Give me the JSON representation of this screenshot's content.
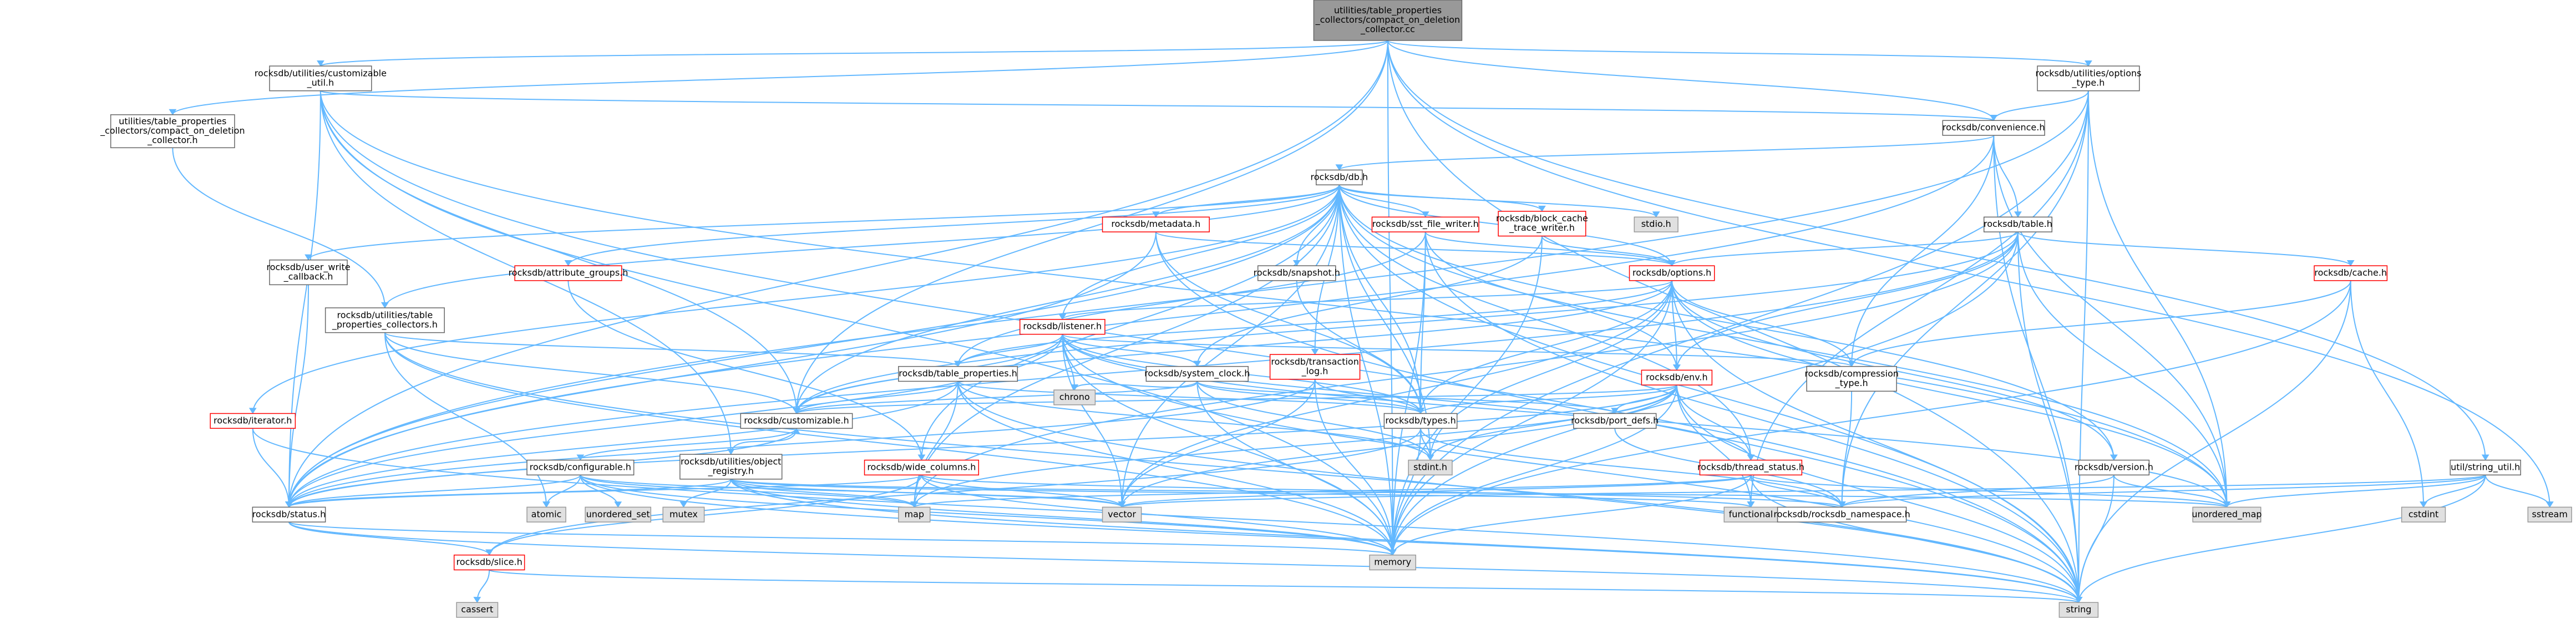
{
  "diagram": {
    "title": "utilities/table_properties_collectors/compact_on_deletion_collector.cc include dependency graph",
    "nodes": [
      {
        "id": "root",
        "lines": [
          "utilities/table_properties",
          "_collectors/compact_on_deletion",
          "_collector.cc"
        ],
        "style": "root"
      },
      {
        "id": "cust_util",
        "lines": [
          "rocksdb/utilities/customizable",
          "_util.h"
        ],
        "style": "normal"
      },
      {
        "id": "opt_type",
        "lines": [
          "rocksdb/utilities/options",
          "_type.h"
        ],
        "style": "normal"
      },
      {
        "id": "coll_h",
        "lines": [
          "utilities/table_properties",
          "_collectors/compact_on_deletion",
          "_collector.h"
        ],
        "style": "normal"
      },
      {
        "id": "convenience",
        "lines": [
          "rocksdb/convenience.h"
        ],
        "style": "normal"
      },
      {
        "id": "db",
        "lines": [
          "rocksdb/db.h"
        ],
        "style": "normal"
      },
      {
        "id": "metadata",
        "lines": [
          "rocksdb/metadata.h"
        ],
        "style": "red"
      },
      {
        "id": "sst_writer",
        "lines": [
          "rocksdb/sst_file_writer.h"
        ],
        "style": "red"
      },
      {
        "id": "block_cache",
        "lines": [
          "rocksdb/block_cache",
          "_trace_writer.h"
        ],
        "style": "red"
      },
      {
        "id": "stdio",
        "lines": [
          "stdio.h"
        ],
        "style": "grey"
      },
      {
        "id": "table",
        "lines": [
          "rocksdb/table.h"
        ],
        "style": "normal"
      },
      {
        "id": "user_write",
        "lines": [
          "rocksdb/user_write",
          "_callback.h"
        ],
        "style": "normal"
      },
      {
        "id": "attr_groups",
        "lines": [
          "rocksdb/attribute_groups.h"
        ],
        "style": "red"
      },
      {
        "id": "snapshot",
        "lines": [
          "rocksdb/snapshot.h"
        ],
        "style": "normal"
      },
      {
        "id": "options",
        "lines": [
          "rocksdb/options.h"
        ],
        "style": "red"
      },
      {
        "id": "cache",
        "lines": [
          "rocksdb/cache.h"
        ],
        "style": "red"
      },
      {
        "id": "tpc",
        "lines": [
          "rocksdb/utilities/table",
          "_properties_collectors.h"
        ],
        "style": "normal"
      },
      {
        "id": "listener",
        "lines": [
          "rocksdb/listener.h"
        ],
        "style": "red"
      },
      {
        "id": "translog",
        "lines": [
          "rocksdb/transaction",
          "_log.h"
        ],
        "style": "red"
      },
      {
        "id": "table_props",
        "lines": [
          "rocksdb/table_properties.h"
        ],
        "style": "normal"
      },
      {
        "id": "sys_clock",
        "lines": [
          "rocksdb/system_clock.h"
        ],
        "style": "normal"
      },
      {
        "id": "chrono",
        "lines": [
          "chrono"
        ],
        "style": "grey"
      },
      {
        "id": "env",
        "lines": [
          "rocksdb/env.h"
        ],
        "style": "red"
      },
      {
        "id": "compression",
        "lines": [
          "rocksdb/compression",
          "_type.h"
        ],
        "style": "normal"
      },
      {
        "id": "iterator",
        "lines": [
          "rocksdb/iterator.h"
        ],
        "style": "red"
      },
      {
        "id": "customizable",
        "lines": [
          "rocksdb/customizable.h"
        ],
        "style": "normal"
      },
      {
        "id": "types",
        "lines": [
          "rocksdb/types.h"
        ],
        "style": "normal"
      },
      {
        "id": "port_defs",
        "lines": [
          "rocksdb/port_defs.h"
        ],
        "style": "normal"
      },
      {
        "id": "stdint",
        "lines": [
          "stdint.h"
        ],
        "style": "grey"
      },
      {
        "id": "configurable",
        "lines": [
          "rocksdb/configurable.h"
        ],
        "style": "normal"
      },
      {
        "id": "obj_reg",
        "lines": [
          "rocksdb/utilities/object",
          "_registry.h"
        ],
        "style": "normal"
      },
      {
        "id": "wide_cols",
        "lines": [
          "rocksdb/wide_columns.h"
        ],
        "style": "red"
      },
      {
        "id": "thread_status",
        "lines": [
          "rocksdb/thread_status.h"
        ],
        "style": "red"
      },
      {
        "id": "version",
        "lines": [
          "rocksdb/version.h"
        ],
        "style": "normal"
      },
      {
        "id": "string_util",
        "lines": [
          "util/string_util.h"
        ],
        "style": "normal"
      },
      {
        "id": "atomic",
        "lines": [
          "atomic"
        ],
        "style": "grey"
      },
      {
        "id": "unordered_set",
        "lines": [
          "unordered_set"
        ],
        "style": "grey"
      },
      {
        "id": "mutex",
        "lines": [
          "mutex"
        ],
        "style": "grey"
      },
      {
        "id": "map",
        "lines": [
          "map"
        ],
        "style": "grey"
      },
      {
        "id": "vector",
        "lines": [
          "vector"
        ],
        "style": "grey"
      },
      {
        "id": "functional",
        "lines": [
          "functional"
        ],
        "style": "grey"
      },
      {
        "id": "namespace",
        "lines": [
          "rocksdb/rocksdb_namespace.h"
        ],
        "style": "normal"
      },
      {
        "id": "unordered_map",
        "lines": [
          "unordered_map"
        ],
        "style": "grey"
      },
      {
        "id": "cstdint",
        "lines": [
          "cstdint"
        ],
        "style": "grey"
      },
      {
        "id": "sstream",
        "lines": [
          "sstream"
        ],
        "style": "grey"
      },
      {
        "id": "status",
        "lines": [
          "rocksdb/status.h"
        ],
        "style": "normal"
      },
      {
        "id": "slice",
        "lines": [
          "rocksdb/slice.h"
        ],
        "style": "red"
      },
      {
        "id": "memory",
        "lines": [
          "memory"
        ],
        "style": "grey"
      },
      {
        "id": "cassert",
        "lines": [
          "cassert"
        ],
        "style": "grey"
      },
      {
        "id": "string",
        "lines": [
          "string"
        ],
        "style": "grey"
      }
    ],
    "edges": [
      [
        "root",
        "cust_util"
      ],
      [
        "root",
        "opt_type"
      ],
      [
        "root",
        "coll_h"
      ],
      [
        "root",
        "convenience"
      ],
      [
        "root",
        "status"
      ],
      [
        "root",
        "string_util"
      ],
      [
        "root",
        "memory"
      ],
      [
        "root",
        "customizable"
      ],
      [
        "root",
        "sstream"
      ],
      [
        "root",
        "string"
      ],
      [
        "cust_util",
        "convenience"
      ],
      [
        "cust_util",
        "customizable"
      ],
      [
        "cust_util",
        "status"
      ],
      [
        "cust_util",
        "obj_reg"
      ],
      [
        "cust_util",
        "memory"
      ],
      [
        "cust_util",
        "unordered_map"
      ],
      [
        "cust_util",
        "string"
      ],
      [
        "opt_type",
        "convenience"
      ],
      [
        "opt_type",
        "status"
      ],
      [
        "opt_type",
        "namespace"
      ],
      [
        "opt_type",
        "functional"
      ],
      [
        "opt_type",
        "memory"
      ],
      [
        "opt_type",
        "unordered_map"
      ],
      [
        "opt_type",
        "string"
      ],
      [
        "coll_h",
        "tpc"
      ],
      [
        "convenience",
        "db"
      ],
      [
        "convenience",
        "table"
      ],
      [
        "convenience",
        "compression"
      ],
      [
        "convenience",
        "unordered_map"
      ],
      [
        "convenience",
        "string"
      ],
      [
        "convenience",
        "status"
      ],
      [
        "db",
        "metadata"
      ],
      [
        "db",
        "sst_writer"
      ],
      [
        "db",
        "block_cache"
      ],
      [
        "db",
        "stdio"
      ],
      [
        "db",
        "user_write"
      ],
      [
        "db",
        "attr_groups"
      ],
      [
        "db",
        "snapshot"
      ],
      [
        "db",
        "options"
      ],
      [
        "db",
        "tpc"
      ],
      [
        "db",
        "listener"
      ],
      [
        "db",
        "translog"
      ],
      [
        "db",
        "iterator"
      ],
      [
        "db",
        "types"
      ],
      [
        "db",
        "thread_status"
      ],
      [
        "db",
        "version"
      ],
      [
        "db",
        "wide_cols"
      ],
      [
        "db",
        "stdint"
      ],
      [
        "db",
        "map"
      ],
      [
        "db",
        "memory"
      ],
      [
        "db",
        "string"
      ],
      [
        "db",
        "unordered_map"
      ],
      [
        "db",
        "vector"
      ],
      [
        "db",
        "status"
      ],
      [
        "db",
        "customizable"
      ],
      [
        "metadata",
        "options"
      ],
      [
        "metadata",
        "types"
      ],
      [
        "metadata",
        "status"
      ],
      [
        "metadata",
        "string"
      ],
      [
        "sst_writer",
        "env"
      ],
      [
        "sst_writer",
        "options"
      ],
      [
        "sst_writer",
        "table_props"
      ],
      [
        "sst_writer",
        "types"
      ],
      [
        "sst_writer",
        "memory"
      ],
      [
        "sst_writer",
        "string"
      ],
      [
        "block_cache",
        "options"
      ],
      [
        "block_cache",
        "sys_clock"
      ],
      [
        "block_cache",
        "memory"
      ],
      [
        "table",
        "options"
      ],
      [
        "table",
        "cache"
      ],
      [
        "table",
        "env"
      ],
      [
        "table",
        "customizable"
      ],
      [
        "table",
        "status"
      ],
      [
        "table",
        "memory"
      ],
      [
        "table",
        "string"
      ],
      [
        "table",
        "unordered_map"
      ],
      [
        "table",
        "map"
      ],
      [
        "user_write",
        "status"
      ],
      [
        "attr_groups",
        "wide_cols"
      ],
      [
        "snapshot",
        "types"
      ],
      [
        "options",
        "listener"
      ],
      [
        "options",
        "compression"
      ],
      [
        "options",
        "env"
      ],
      [
        "options",
        "types"
      ],
      [
        "options",
        "customizable"
      ],
      [
        "options",
        "version"
      ],
      [
        "options",
        "table_props"
      ],
      [
        "options",
        "memory"
      ],
      [
        "options",
        "string"
      ],
      [
        "options",
        "unordered_map"
      ],
      [
        "options",
        "vector"
      ],
      [
        "options",
        "stdint"
      ],
      [
        "cache",
        "compression"
      ],
      [
        "cache",
        "memory"
      ],
      [
        "cache",
        "string"
      ],
      [
        "cache",
        "cstdint"
      ],
      [
        "tpc",
        "table_props"
      ],
      [
        "tpc",
        "customizable"
      ],
      [
        "tpc",
        "atomic"
      ],
      [
        "tpc",
        "memory"
      ],
      [
        "tpc",
        "string"
      ],
      [
        "listener",
        "table_props"
      ],
      [
        "listener",
        "sys_clock"
      ],
      [
        "listener",
        "chrono"
      ],
      [
        "listener",
        "compression"
      ],
      [
        "listener",
        "customizable"
      ],
      [
        "listener",
        "status"
      ],
      [
        "listener",
        "types"
      ],
      [
        "listener",
        "thread_status"
      ],
      [
        "listener",
        "memory"
      ],
      [
        "listener",
        "string"
      ],
      [
        "listener",
        "unordered_map"
      ],
      [
        "listener",
        "vector"
      ],
      [
        "translog",
        "status"
      ],
      [
        "translog",
        "types"
      ],
      [
        "translog",
        "memory"
      ],
      [
        "translog",
        "vector"
      ],
      [
        "table_props",
        "customizable"
      ],
      [
        "table_props",
        "status"
      ],
      [
        "table_props",
        "types"
      ],
      [
        "table_props",
        "map"
      ],
      [
        "table_props",
        "memory"
      ],
      [
        "table_props",
        "string"
      ],
      [
        "table_props",
        "stdint"
      ],
      [
        "sys_clock",
        "customizable"
      ],
      [
        "sys_clock",
        "port_defs"
      ],
      [
        "sys_clock",
        "types"
      ],
      [
        "sys_clock",
        "stdint"
      ],
      [
        "sys_clock",
        "chrono"
      ],
      [
        "sys_clock",
        "memory"
      ],
      [
        "env",
        "customizable"
      ],
      [
        "env",
        "port_defs"
      ],
      [
        "env",
        "types"
      ],
      [
        "env",
        "functional"
      ],
      [
        "env",
        "thread_status"
      ],
      [
        "env",
        "status"
      ],
      [
        "env",
        "memory"
      ],
      [
        "env",
        "map"
      ],
      [
        "env",
        "vector"
      ],
      [
        "env",
        "string"
      ],
      [
        "env",
        "stdint"
      ],
      [
        "compression",
        "namespace"
      ],
      [
        "iterator",
        "status"
      ],
      [
        "iterator",
        "string"
      ],
      [
        "customizable",
        "configurable"
      ],
      [
        "customizable",
        "status"
      ],
      [
        "types",
        "namespace"
      ],
      [
        "types",
        "slice"
      ],
      [
        "types",
        "stdint"
      ],
      [
        "types",
        "memory"
      ],
      [
        "port_defs",
        "namespace"
      ],
      [
        "configurable",
        "status"
      ],
      [
        "configurable",
        "atomic"
      ],
      [
        "configurable",
        "unordered_set"
      ],
      [
        "configurable",
        "map"
      ],
      [
        "configurable",
        "memory"
      ],
      [
        "configurable",
        "string"
      ],
      [
        "configurable",
        "vector"
      ],
      [
        "obj_reg",
        "customizable"
      ],
      [
        "obj_reg",
        "status"
      ],
      [
        "obj_reg",
        "mutex"
      ],
      [
        "obj_reg",
        "map"
      ],
      [
        "obj_reg",
        "vector"
      ],
      [
        "obj_reg",
        "functional"
      ],
      [
        "obj_reg",
        "memory"
      ],
      [
        "obj_reg",
        "string"
      ],
      [
        "obj_reg",
        "unordered_map"
      ],
      [
        "wide_cols",
        "status"
      ],
      [
        "wide_cols",
        "slice"
      ],
      [
        "wide_cols",
        "memory"
      ],
      [
        "wide_cols",
        "vector"
      ],
      [
        "wide_cols",
        "namespace"
      ],
      [
        "thread_status",
        "namespace"
      ],
      [
        "thread_status",
        "map"
      ],
      [
        "thread_status",
        "vector"
      ],
      [
        "thread_status",
        "memory"
      ],
      [
        "thread_status",
        "string"
      ],
      [
        "thread_status",
        "unordered_map"
      ],
      [
        "version",
        "namespace"
      ],
      [
        "version",
        "string"
      ],
      [
        "version",
        "unordered_map"
      ],
      [
        "string_util",
        "namespace"
      ],
      [
        "string_util",
        "cstdint"
      ],
      [
        "string_util",
        "sstream"
      ],
      [
        "string_util",
        "string"
      ],
      [
        "string_util",
        "unordered_map"
      ],
      [
        "string_util",
        "vector"
      ],
      [
        "status",
        "slice"
      ],
      [
        "status",
        "memory"
      ],
      [
        "status",
        "string"
      ],
      [
        "slice",
        "cassert"
      ],
      [
        "slice",
        "string"
      ]
    ]
  }
}
